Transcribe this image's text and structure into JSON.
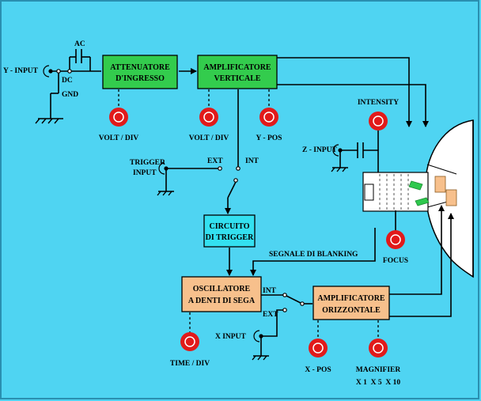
{
  "colors": {
    "background": "#4fd4f2",
    "green_block": "#33cc4d",
    "cyan_block": "#33e0f0",
    "orange_block": "#f7c08c",
    "knob": "#e11a1a",
    "crt_fill": "#ffffff"
  },
  "blocks": {
    "attenuatore": {
      "line1": "ATTENUATORE",
      "line2": "D'INGRESSO"
    },
    "amp_verticale": {
      "line1": "AMPLIFICATORE",
      "line2": "VERTICALE"
    },
    "trigger": {
      "line1": "CIRCUITO",
      "line2": "DI TRIGGER"
    },
    "oscillatore": {
      "line1": "OSCILLATORE",
      "line2": "A DENTI DI SEGA"
    },
    "amp_orizzontale": {
      "line1": "AMPLIFICATORE",
      "line2": "ORIZZONTALE"
    }
  },
  "labels": {
    "y_input": "Y - INPUT",
    "ac": "AC",
    "dc": "DC",
    "gnd": "GND",
    "volt_div_1": "VOLT / DIV",
    "volt_div_2": "VOLT / DIV",
    "y_pos": "Y - POS",
    "intensity": "INTENSITY",
    "z_input": "Z - INPUT",
    "trigger_input_1": "TRIGGER",
    "trigger_input_2": "INPUT",
    "ext_trig": "EXT",
    "int_trig": "INT",
    "blanking": "SEGNALE DI BLANKING",
    "focus": "FOCUS",
    "int_osc": "INT",
    "ext_osc": "EXT",
    "x_input": "X INPUT",
    "time_div": "TIME / DIV",
    "x_pos": "X - POS",
    "magnifier_1": "MAGNIFIER",
    "magnifier_2": "X 1  X 5  X 10"
  }
}
